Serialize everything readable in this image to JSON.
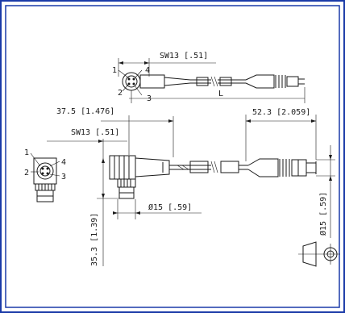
{
  "top_view": {
    "sw_label": "SW13 [.51]",
    "length_label": "L",
    "pins": [
      "1",
      "2",
      "3",
      "4"
    ]
  },
  "side_view": {
    "offset_label": "37.5 [1.476]",
    "sw_label": "SW13 [.51]",
    "straight_len_label": "52.3 [2.059]",
    "dia_label": "Ø15 [.59]",
    "height_label": "35.3 [1.39]",
    "right_dia_label": "Ø15 [.59]"
  },
  "face_view": {
    "pins": [
      "1",
      "2",
      "3",
      "4"
    ]
  },
  "colors": {
    "line": "#1a1a1a",
    "frame": "#1a3aa8",
    "background": "#ffffff"
  }
}
